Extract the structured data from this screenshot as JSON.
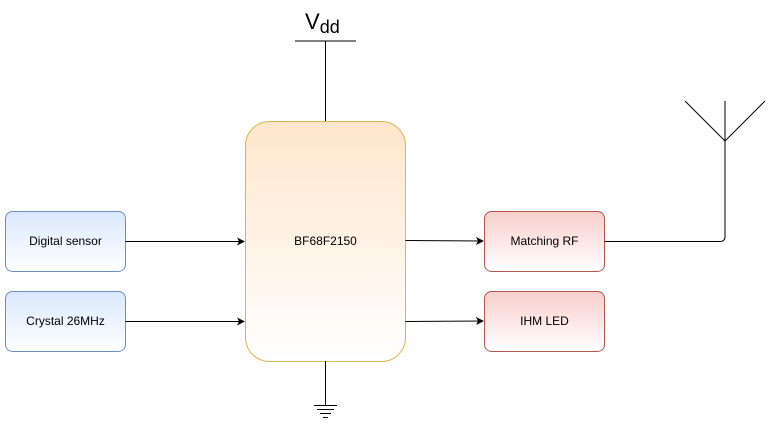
{
  "supply": {
    "v": "V",
    "sub": "dd"
  },
  "blocks": {
    "mcu": "BF68F2150",
    "digital_sensor": "Digital sensor",
    "crystal": "Crystal 26MHz",
    "matching_rf": "Matching RF",
    "ihm_led": "IHM LED"
  },
  "colors": {
    "blue_fill_top": "#dae8fc",
    "blue_fill_bottom": "#ffffff",
    "blue_stroke": "#6c8ebf",
    "orange_fill_top": "#ffe6cc",
    "orange_fill_bottom": "#ffffff",
    "orange_stroke": "#d6b656",
    "red_fill_top": "#f8cecc",
    "red_fill_bottom": "#ffffff",
    "red_stroke": "#b85450",
    "line": "#000000"
  }
}
